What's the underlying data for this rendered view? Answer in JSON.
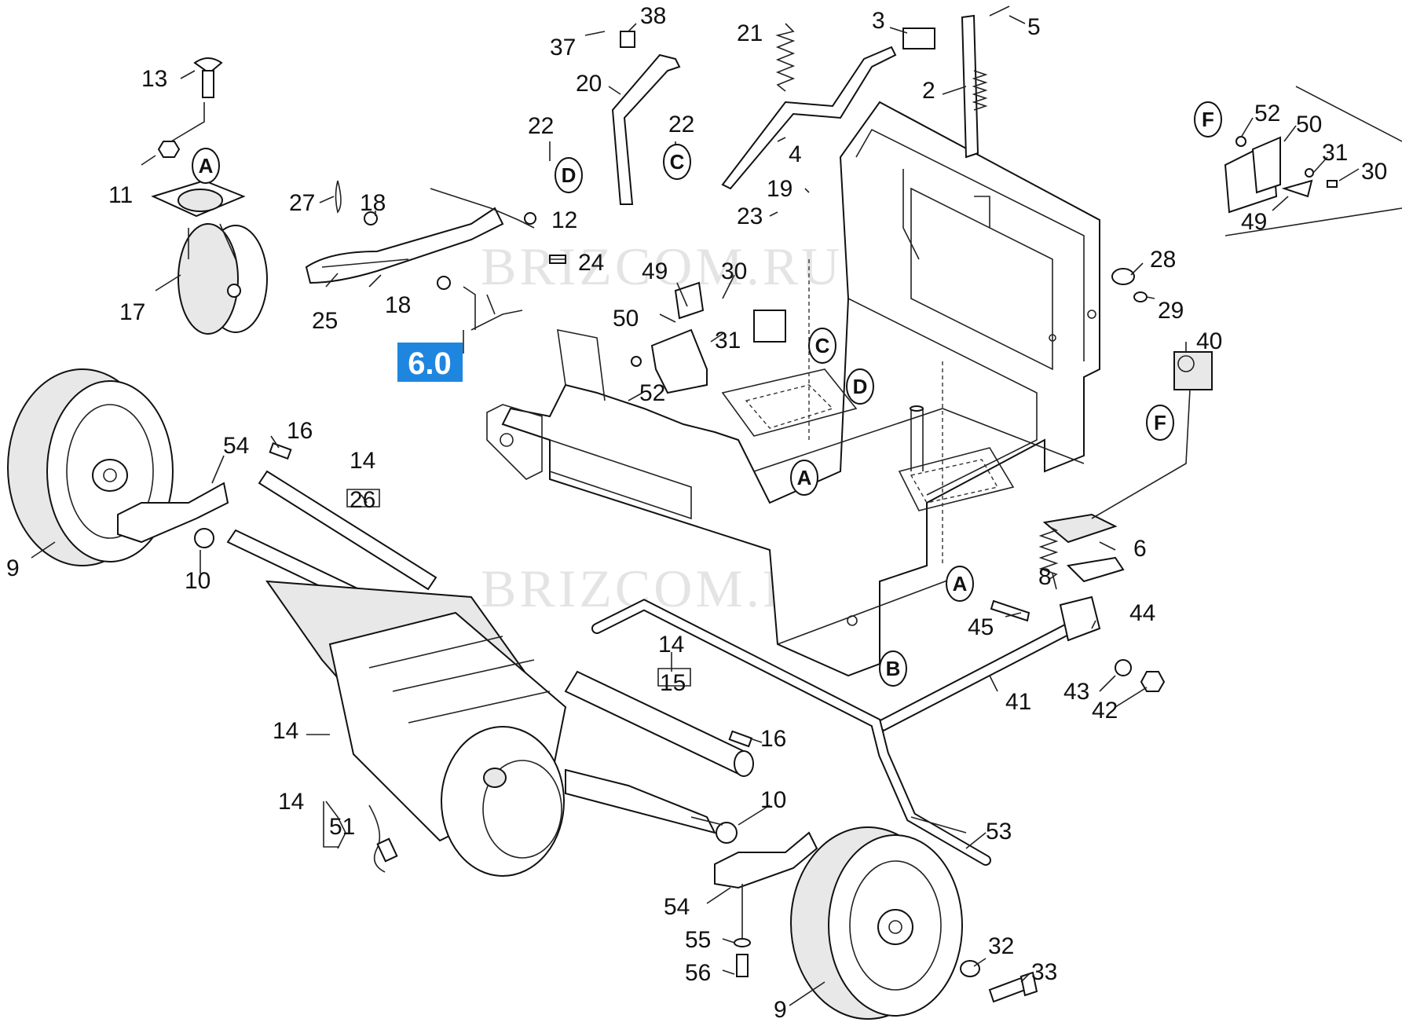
{
  "watermark": "BRIZCOM.RU",
  "badge": {
    "label": "6.0",
    "color": "#1f86e0"
  },
  "callouts": [
    {
      "id": "n13",
      "text": "13"
    },
    {
      "id": "n11",
      "text": "11"
    },
    {
      "id": "n17",
      "text": "17"
    },
    {
      "id": "n27",
      "text": "27"
    },
    {
      "id": "n18a",
      "text": "18"
    },
    {
      "id": "n18b",
      "text": "18"
    },
    {
      "id": "n25",
      "text": "25"
    },
    {
      "id": "n12",
      "text": "12"
    },
    {
      "id": "n24",
      "text": "24"
    },
    {
      "id": "n37",
      "text": "37"
    },
    {
      "id": "n38",
      "text": "38"
    },
    {
      "id": "n20",
      "text": "20"
    },
    {
      "id": "n22a",
      "text": "22"
    },
    {
      "id": "n22b",
      "text": "22"
    },
    {
      "id": "n21",
      "text": "21"
    },
    {
      "id": "n4",
      "text": "4"
    },
    {
      "id": "n3",
      "text": "3"
    },
    {
      "id": "n5",
      "text": "5"
    },
    {
      "id": "n2",
      "text": "2"
    },
    {
      "id": "n19",
      "text": "19"
    },
    {
      "id": "n23",
      "text": "23"
    },
    {
      "id": "n49a",
      "text": "49"
    },
    {
      "id": "n30a",
      "text": "30"
    },
    {
      "id": "n50a",
      "text": "50"
    },
    {
      "id": "n31a",
      "text": "31"
    },
    {
      "id": "n52a",
      "text": "52"
    },
    {
      "id": "n28",
      "text": "28"
    },
    {
      "id": "n29",
      "text": "29"
    },
    {
      "id": "n40",
      "text": "40"
    },
    {
      "id": "n52b",
      "text": "52"
    },
    {
      "id": "n50b",
      "text": "50"
    },
    {
      "id": "n31b",
      "text": "31"
    },
    {
      "id": "n30b",
      "text": "30"
    },
    {
      "id": "n49b",
      "text": "49"
    },
    {
      "id": "n9a",
      "text": "9"
    },
    {
      "id": "n10a",
      "text": "10"
    },
    {
      "id": "n54a",
      "text": "54"
    },
    {
      "id": "n16a",
      "text": "16"
    },
    {
      "id": "n14a",
      "text": "14"
    },
    {
      "id": "n26",
      "text": "26"
    },
    {
      "id": "n6",
      "text": "6"
    },
    {
      "id": "n8",
      "text": "8"
    },
    {
      "id": "n45",
      "text": "45"
    },
    {
      "id": "n44",
      "text": "44"
    },
    {
      "id": "n43",
      "text": "43"
    },
    {
      "id": "n42",
      "text": "42"
    },
    {
      "id": "n41",
      "text": "41"
    },
    {
      "id": "n14b",
      "text": "14"
    },
    {
      "id": "n15",
      "text": "15"
    },
    {
      "id": "n16b",
      "text": "16"
    },
    {
      "id": "n14c",
      "text": "14"
    },
    {
      "id": "n14d",
      "text": "14"
    },
    {
      "id": "n51",
      "text": "51"
    },
    {
      "id": "n10b",
      "text": "10"
    },
    {
      "id": "n53",
      "text": "53"
    },
    {
      "id": "n54b",
      "text": "54"
    },
    {
      "id": "n55",
      "text": "55"
    },
    {
      "id": "n56",
      "text": "56"
    },
    {
      "id": "n32",
      "text": "32"
    },
    {
      "id": "n33",
      "text": "33"
    },
    {
      "id": "n9b",
      "text": "9"
    }
  ],
  "refs": [
    {
      "id": "rA1",
      "text": "A"
    },
    {
      "id": "rA2",
      "text": "A"
    },
    {
      "id": "rA3",
      "text": "A"
    },
    {
      "id": "rB",
      "text": "B"
    },
    {
      "id": "rC1",
      "text": "C"
    },
    {
      "id": "rC2",
      "text": "C"
    },
    {
      "id": "rD1",
      "text": "D"
    },
    {
      "id": "rD2",
      "text": "D"
    },
    {
      "id": "rF1",
      "text": "F"
    },
    {
      "id": "rF2",
      "text": "F"
    }
  ]
}
